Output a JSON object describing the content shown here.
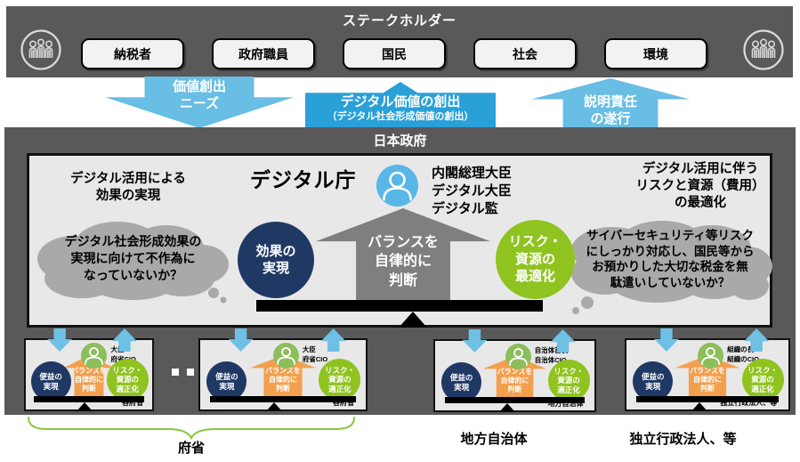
{
  "colors": {
    "dark_gray": "#595959",
    "panel_gray": "#E9E8E8",
    "light_blue_arrow": "#68BEE4",
    "blue_box": "#2AA0D8",
    "navy_circle": "#203864",
    "green_circle": "#8FC31F",
    "orange_arrow": "#F2A04E",
    "gray_arrow": "#7F7F7F",
    "cloud_gray": "#A9A9A9",
    "person_blue": "#58B7E6",
    "person_green": "#8CBE5C",
    "brace_green": "#8CC63F"
  },
  "stakeholders": {
    "title": "ステークホルダー",
    "items": [
      "納税者",
      "政府職員",
      "国民",
      "社会",
      "環境"
    ]
  },
  "flows": {
    "value_needs": "価値創出\nニーズ",
    "digital_value_main": "デジタル価値の創出",
    "digital_value_sub": "（デジタル社会形成価値の創出）",
    "accountability": "説明責任\nの遂行"
  },
  "government": {
    "label": "日本政府",
    "agency_title": "デジタル庁",
    "left_heading": "デジタル活用による\n効果の実現",
    "left_cloud": "デジタル社会形成効果の\n実現に向けて不作為に\nなっていないか？",
    "effect_circle": "効果の\n実現",
    "balance_arrow": "バランスを\n自律的に\n判断",
    "risk_circle": "リスク・\n資源の\n最適化",
    "leaders": "内閣総理大臣\nデジタル大臣\nデジタル監",
    "right_heading": "デジタル活用に伴う\nリスクと資源（費用）\nの最適化",
    "right_cloud": "サイバーセキュリティ等リスク\nにしっかり対応し、国民等から\nお預かりした大切な税金を無\n駄遣いしていないか？"
  },
  "org_units": [
    {
      "head": "大臣\n府省CIO",
      "benefit": "便益の\n実現",
      "balance": "バランスを\n自律的に\n判断",
      "risk": "リスク・\n資源の\n適正化",
      "footer": "各府省"
    },
    {
      "head": "大臣\n府省CIO",
      "benefit": "便益の\n実現",
      "balance": "バランスを\n自律的に\n判断",
      "risk": "リスク・\n資源の\n適正化",
      "footer": "各府省"
    },
    {
      "head": "自治体首長\n自治体CIO",
      "benefit": "便益の\n実現",
      "balance": "バランスを\n自律的に\n判断",
      "risk": "リスク・\n資源の\n適正化",
      "footer": "地方自治体"
    },
    {
      "head": "組織の長\n組織のCIO",
      "benefit": "便益の\n実現",
      "balance": "バランスを\n自律的に\n判断",
      "risk": "リスク・\n資源の\n適正化",
      "footer": "独立行政法人、等"
    }
  ],
  "bottom_labels": {
    "ministries": "府省",
    "local_gov": "地方自治体",
    "agencies": "独立行政法人、等"
  },
  "icons": {
    "people_group": "three-person-group",
    "person": "person-silhouette"
  }
}
